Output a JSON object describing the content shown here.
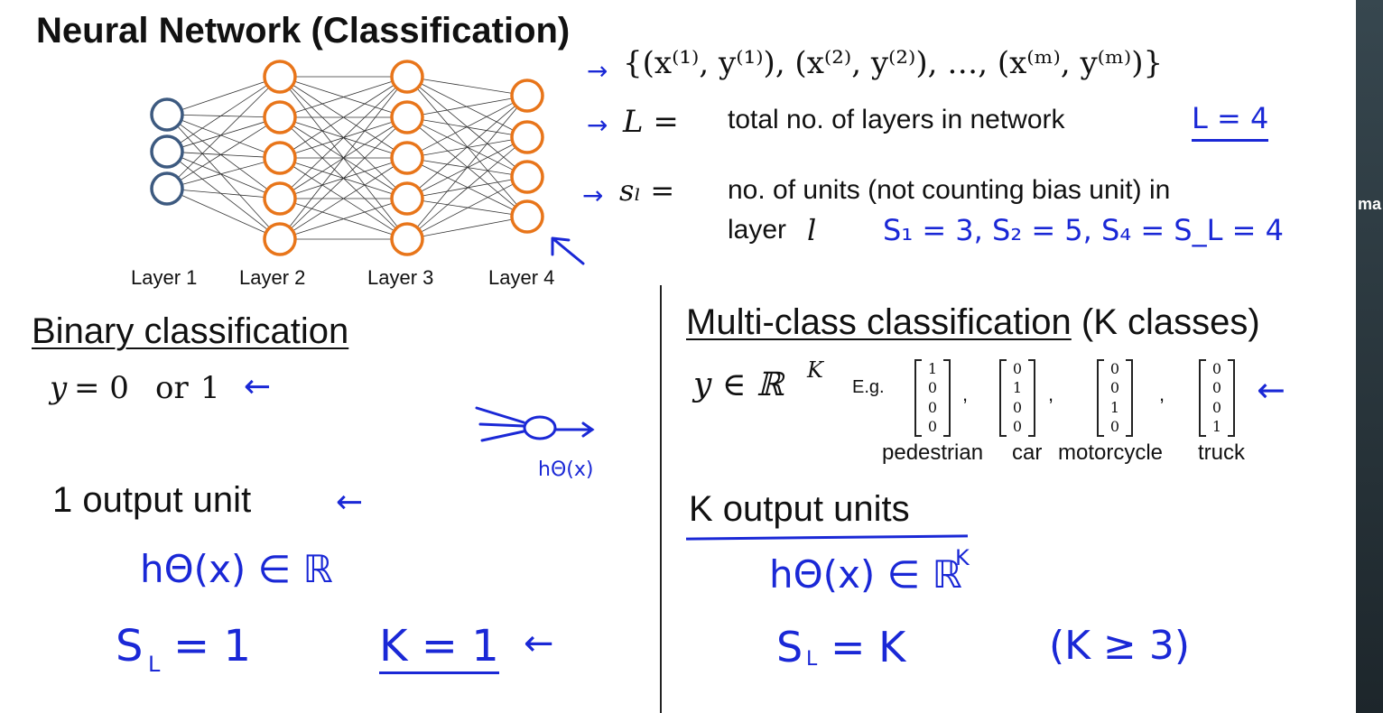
{
  "slide": {
    "title": "Neural Network (Classification)",
    "layers": [
      "Layer 1",
      "Layer 2",
      "Layer 3",
      "Layer 4"
    ],
    "notation": {
      "training_set": "{(x⁽¹⁾, y⁽¹⁾), (x⁽²⁾, y⁽²⁾), …, (x⁽ᵐ⁾, y⁽ᵐ⁾)}",
      "L_symbol": "L =",
      "L_desc": "total no. of layers in network",
      "L_value": "L = 4",
      "s_symbol": "sₗ =",
      "s_desc_line1": "no. of units (not counting bias unit) in",
      "s_desc_line2": "layer",
      "s_desc_l": "l",
      "s_values": "S₁ = 3,  S₂ = 5,  S₄ = S_L = 4"
    },
    "binary": {
      "heading": "Binary classification",
      "y": "y",
      "y_def": "= 0",
      "y_or": "or",
      "y_one": "1",
      "output": "1 output unit",
      "h": "hΘ(x) ∈ ℝ",
      "node_label": "hΘ(x)",
      "sl": "S",
      "sl_sub": "L",
      "sl_eq": "= 1",
      "k": "K = 1"
    },
    "multi": {
      "heading": "Multi-class classification",
      "heading_suffix": "(K classes)",
      "y_def": "y ∈ ℝ",
      "y_sup": "K",
      "eg": "E.g.",
      "vectors": [
        [
          "1",
          "0",
          "0",
          "0"
        ],
        [
          "0",
          "1",
          "0",
          "0"
        ],
        [
          "0",
          "0",
          "1",
          "0"
        ],
        [
          "0",
          "0",
          "0",
          "1"
        ]
      ],
      "classes": [
        "pedestrian",
        "car",
        "motorcycle",
        "truck"
      ],
      "output": "K output units",
      "h": "hΘ(x) ∈ ℝ",
      "h_sup": "K",
      "sl": "S",
      "sl_sub": "L",
      "sl_eq": "= K",
      "k_cond": "(K ≥ 3)"
    },
    "side_label": "ma",
    "arrow": "→",
    "left_arrow": "←"
  },
  "colors": {
    "node_input": "#3d5a80",
    "node_hidden": "#e8751a",
    "ink": "#1a28d6",
    "sidebar": "#2b363c"
  }
}
